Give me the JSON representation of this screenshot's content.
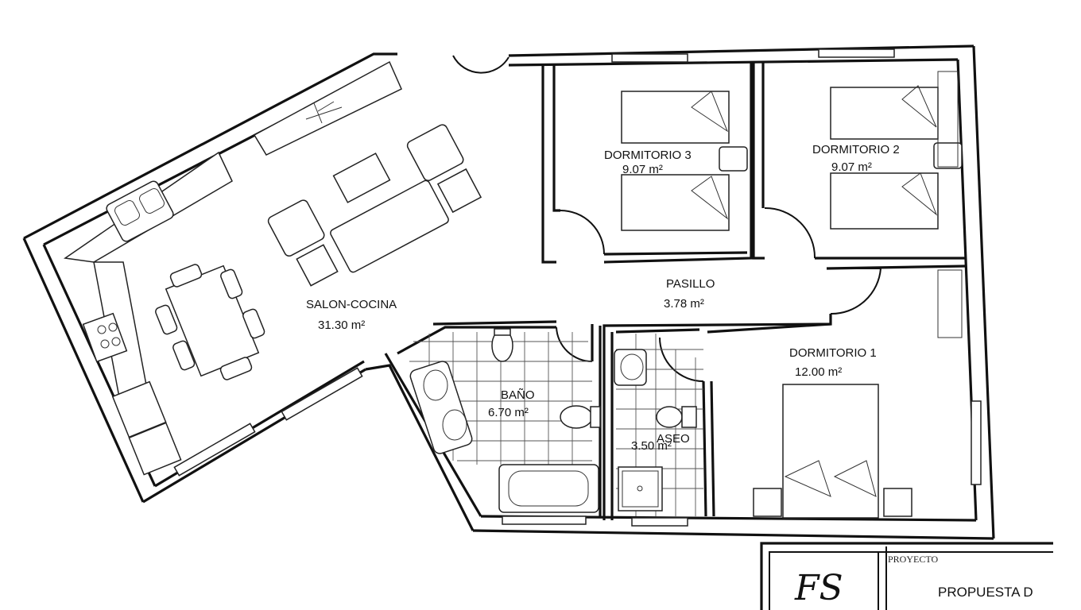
{
  "rooms": [
    {
      "id": "salon",
      "name": "SALON-COCINA",
      "area": "31.30 m²"
    },
    {
      "id": "dorm3",
      "name": "DORMITORIO 3",
      "area": "9.07 m²"
    },
    {
      "id": "dorm2",
      "name": "DORMITORIO 2",
      "area": "9.07 m²"
    },
    {
      "id": "dorm1",
      "name": "DORMITORIO 1",
      "area": "12.00 m²"
    },
    {
      "id": "pasillo",
      "name": "PASILLO",
      "area": "3.78 m²"
    },
    {
      "id": "bano",
      "name": "BAÑO",
      "area": "6.70 m²"
    },
    {
      "id": "aseo",
      "name": "ASEO",
      "area": "3.50 m²"
    }
  ],
  "title_block": {
    "logo_text": "FS",
    "project_label": "PROYECTO",
    "project_title": "PROPUESTA D"
  },
  "colors": {
    "ink": "#111111",
    "paper": "#ffffff"
  }
}
